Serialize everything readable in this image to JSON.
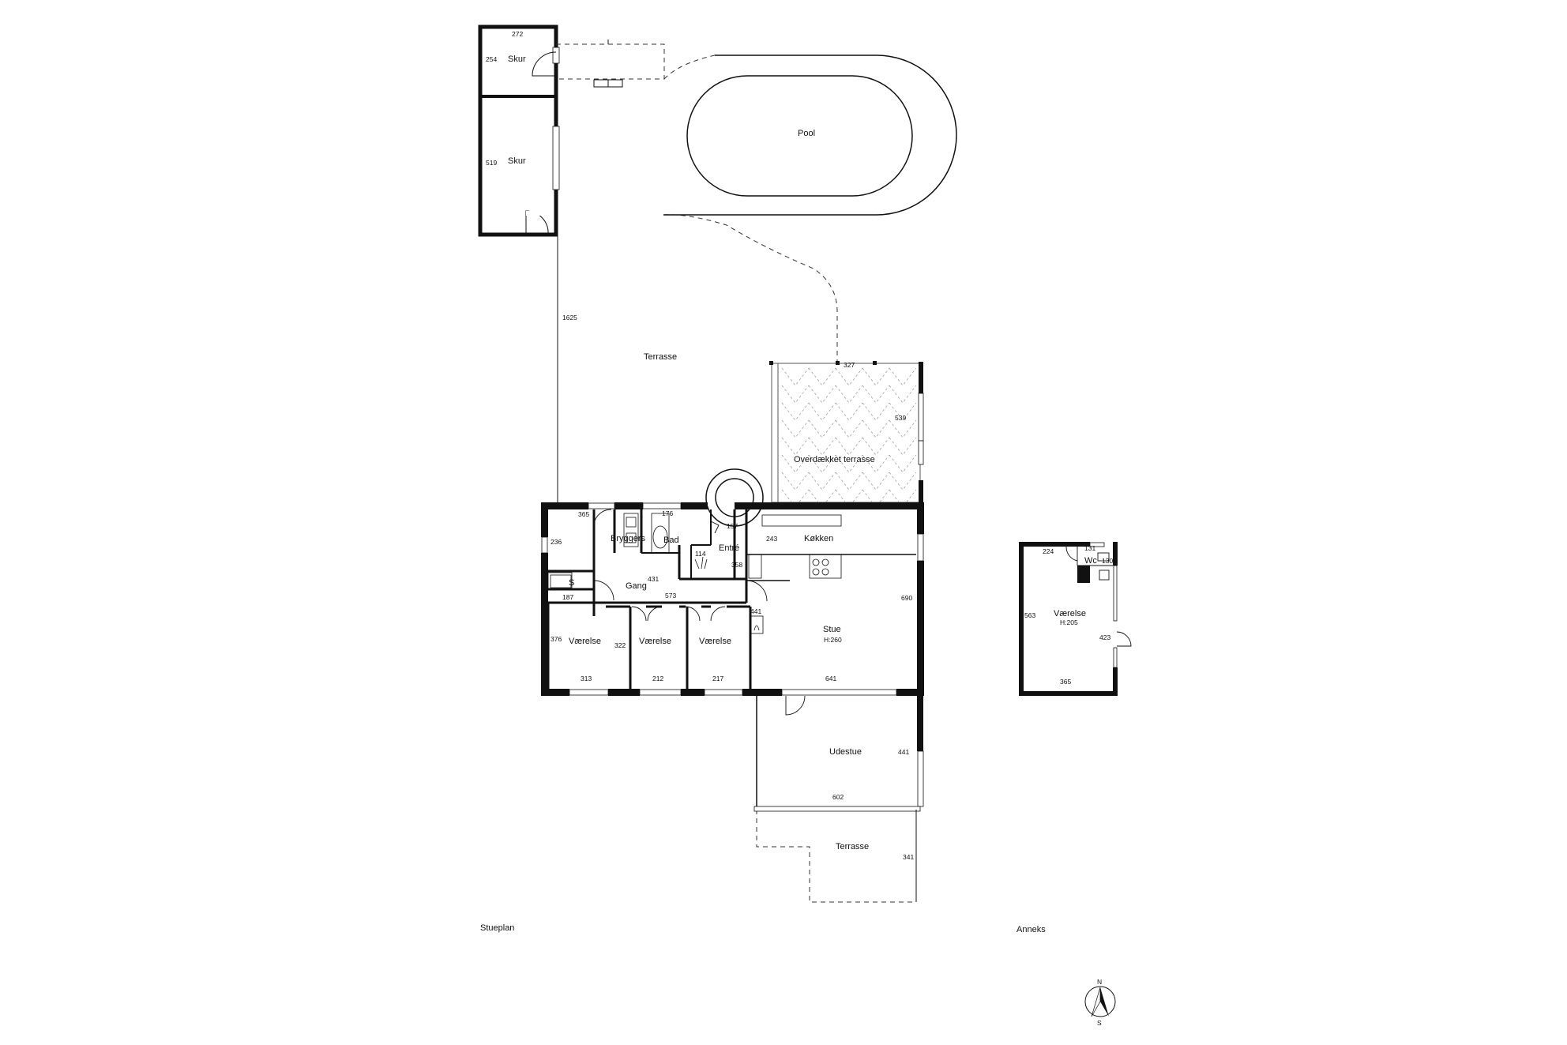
{
  "rooms": {
    "skur_1": "Skur",
    "skur_2": "Skur",
    "pool": "Pool",
    "terrasse_north": "Terrasse",
    "overdaekket": "Overdækket terrasse",
    "bryggers": "Bryggers",
    "bad": "Bad",
    "entre": "Entré",
    "kokken": "Køkken",
    "gang": "Gang",
    "vaerelse_1": "Værelse",
    "vaerelse_2": "Værelse",
    "vaerelse_3": "Værelse",
    "stue": "Stue",
    "stue_height": "H:260",
    "udestue": "Udestue",
    "terrasse_south": "Terrasse",
    "wc": "Wc",
    "annex_room": "Værelse",
    "annex_height": "H:205",
    "s_box": "S"
  },
  "dimensions": {
    "skur1_w": "272",
    "skur1_h": "254",
    "skur2_h": "519",
    "path_len": "1625",
    "overdaekket_w": "327",
    "overdaekket_h": "539",
    "bryggers_w": "365",
    "bryggers_h": "236",
    "bad_w": "176",
    "entre_small": "157",
    "closet": "114",
    "entre_h": "358",
    "kokken_h": "243",
    "gang_w": "431",
    "gang_2": "573",
    "s_box": "187",
    "v1_h": "376",
    "v1_w": "313",
    "v2_h": "322",
    "v2_w": "212",
    "v3_w": "217",
    "stue_left": "441",
    "stue_right": "690",
    "stue_w": "641",
    "udestue_h": "441",
    "udestue_w": "602",
    "terrasse_h": "341",
    "annex_top": "224",
    "wc_w": "131",
    "wc_h": "130",
    "annex_h": "563",
    "annex_door": "423",
    "annex_w": "365"
  },
  "captions": {
    "main": "Stueplan",
    "annex": "Anneks"
  },
  "compass": {
    "north": "N",
    "south": "S"
  }
}
